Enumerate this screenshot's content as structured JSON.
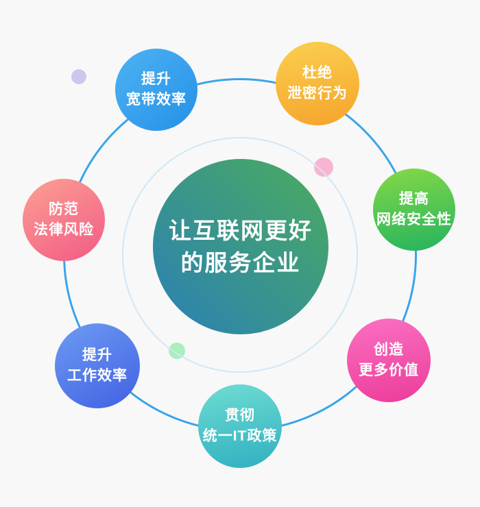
{
  "background_color": "#f8f8f8",
  "rings": {
    "outer_color": "#38a4ec",
    "inner_color": "#cfe7f7"
  },
  "center_circle": {
    "line1": "让互联网更好",
    "line2": "的服务企业",
    "gradient": [
      "#4bac5e",
      "#2a80b5"
    ]
  },
  "satellites": [
    {
      "name": "bandwidth-efficiency",
      "line1": "提升",
      "line2": "宽带效率",
      "gradient": [
        "#4fb2f3",
        "#2391e7"
      ]
    },
    {
      "name": "prevent-leaks",
      "line1": "杜绝",
      "line2": "泄密行为",
      "gradient": [
        "#fbcf4e",
        "#f5a42c"
      ]
    },
    {
      "name": "network-security",
      "line1": "提高",
      "line2": "网络安全性",
      "gradient": [
        "#85d946",
        "#24b35f"
      ]
    },
    {
      "name": "create-more-value",
      "line1": "创造",
      "line2": "更多价值",
      "gradient": [
        "#fa70c2",
        "#ec3c99"
      ]
    },
    {
      "name": "unified-it-policy",
      "line1": "贯彻",
      "line2": "统一IT政策",
      "gradient": [
        "#6edcd3",
        "#2fb0c0"
      ]
    },
    {
      "name": "work-efficiency",
      "line1": "提升",
      "line2": "工作效率",
      "gradient": [
        "#6d9cf3",
        "#4160e3"
      ]
    },
    {
      "name": "prevent-legal-risk",
      "line1": "防范",
      "line2": "法律风险",
      "gradient": [
        "#fba093",
        "#f25a85"
      ]
    }
  ],
  "decorative_dots": [
    {
      "name": "lavender-dot",
      "color": "#cdc7f0"
    },
    {
      "name": "pink-dot",
      "color": "#f8b0cf"
    },
    {
      "name": "green-dot",
      "color": "#a5eebb"
    }
  ]
}
